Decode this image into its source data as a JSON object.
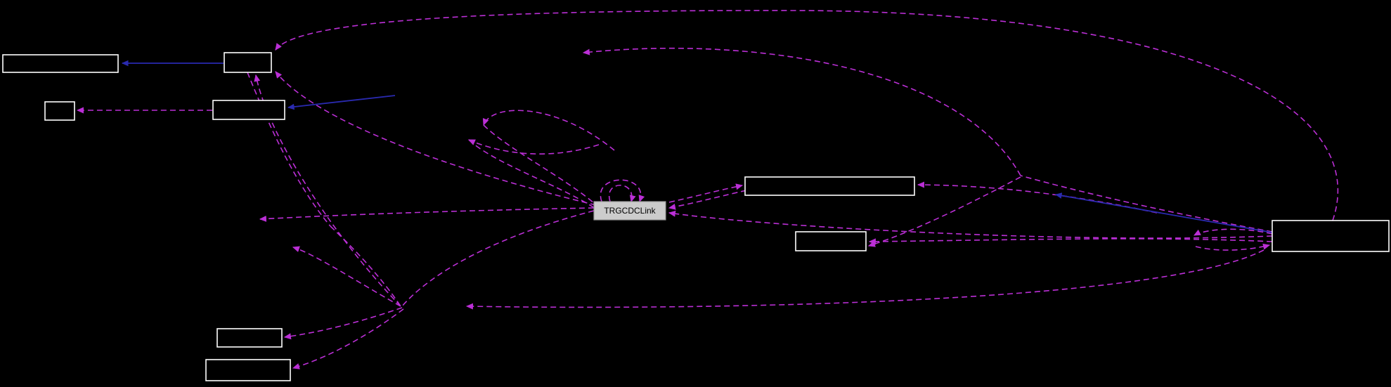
{
  "diagram": {
    "type": "collaboration-graph",
    "background": "#000000",
    "center_node": {
      "label": "TRGCDCLink",
      "fill": "#cccccc",
      "border": "#999999",
      "text_color": "#000000"
    },
    "colors": {
      "dashed_edge": "#bb2fd6",
      "solid_edge": "#2a2ab0",
      "node_border": "#ffffff",
      "node_fill": "#000000"
    },
    "nodes": [
      {
        "id": "box-top-left-wide",
        "label": ""
      },
      {
        "id": "box-top-2",
        "label": ""
      },
      {
        "id": "box-left-small",
        "label": ""
      },
      {
        "id": "box-left-4",
        "label": ""
      },
      {
        "id": "box-mid-right-wide",
        "label": ""
      },
      {
        "id": "box-mid-right-small",
        "label": ""
      },
      {
        "id": "box-far-right",
        "label": ""
      },
      {
        "id": "box-bottom-1",
        "label": ""
      },
      {
        "id": "box-bottom-2",
        "label": ""
      }
    ],
    "edges": {
      "dashed_style": "8 5",
      "dashed_count": 26,
      "solid_count": 3
    }
  }
}
